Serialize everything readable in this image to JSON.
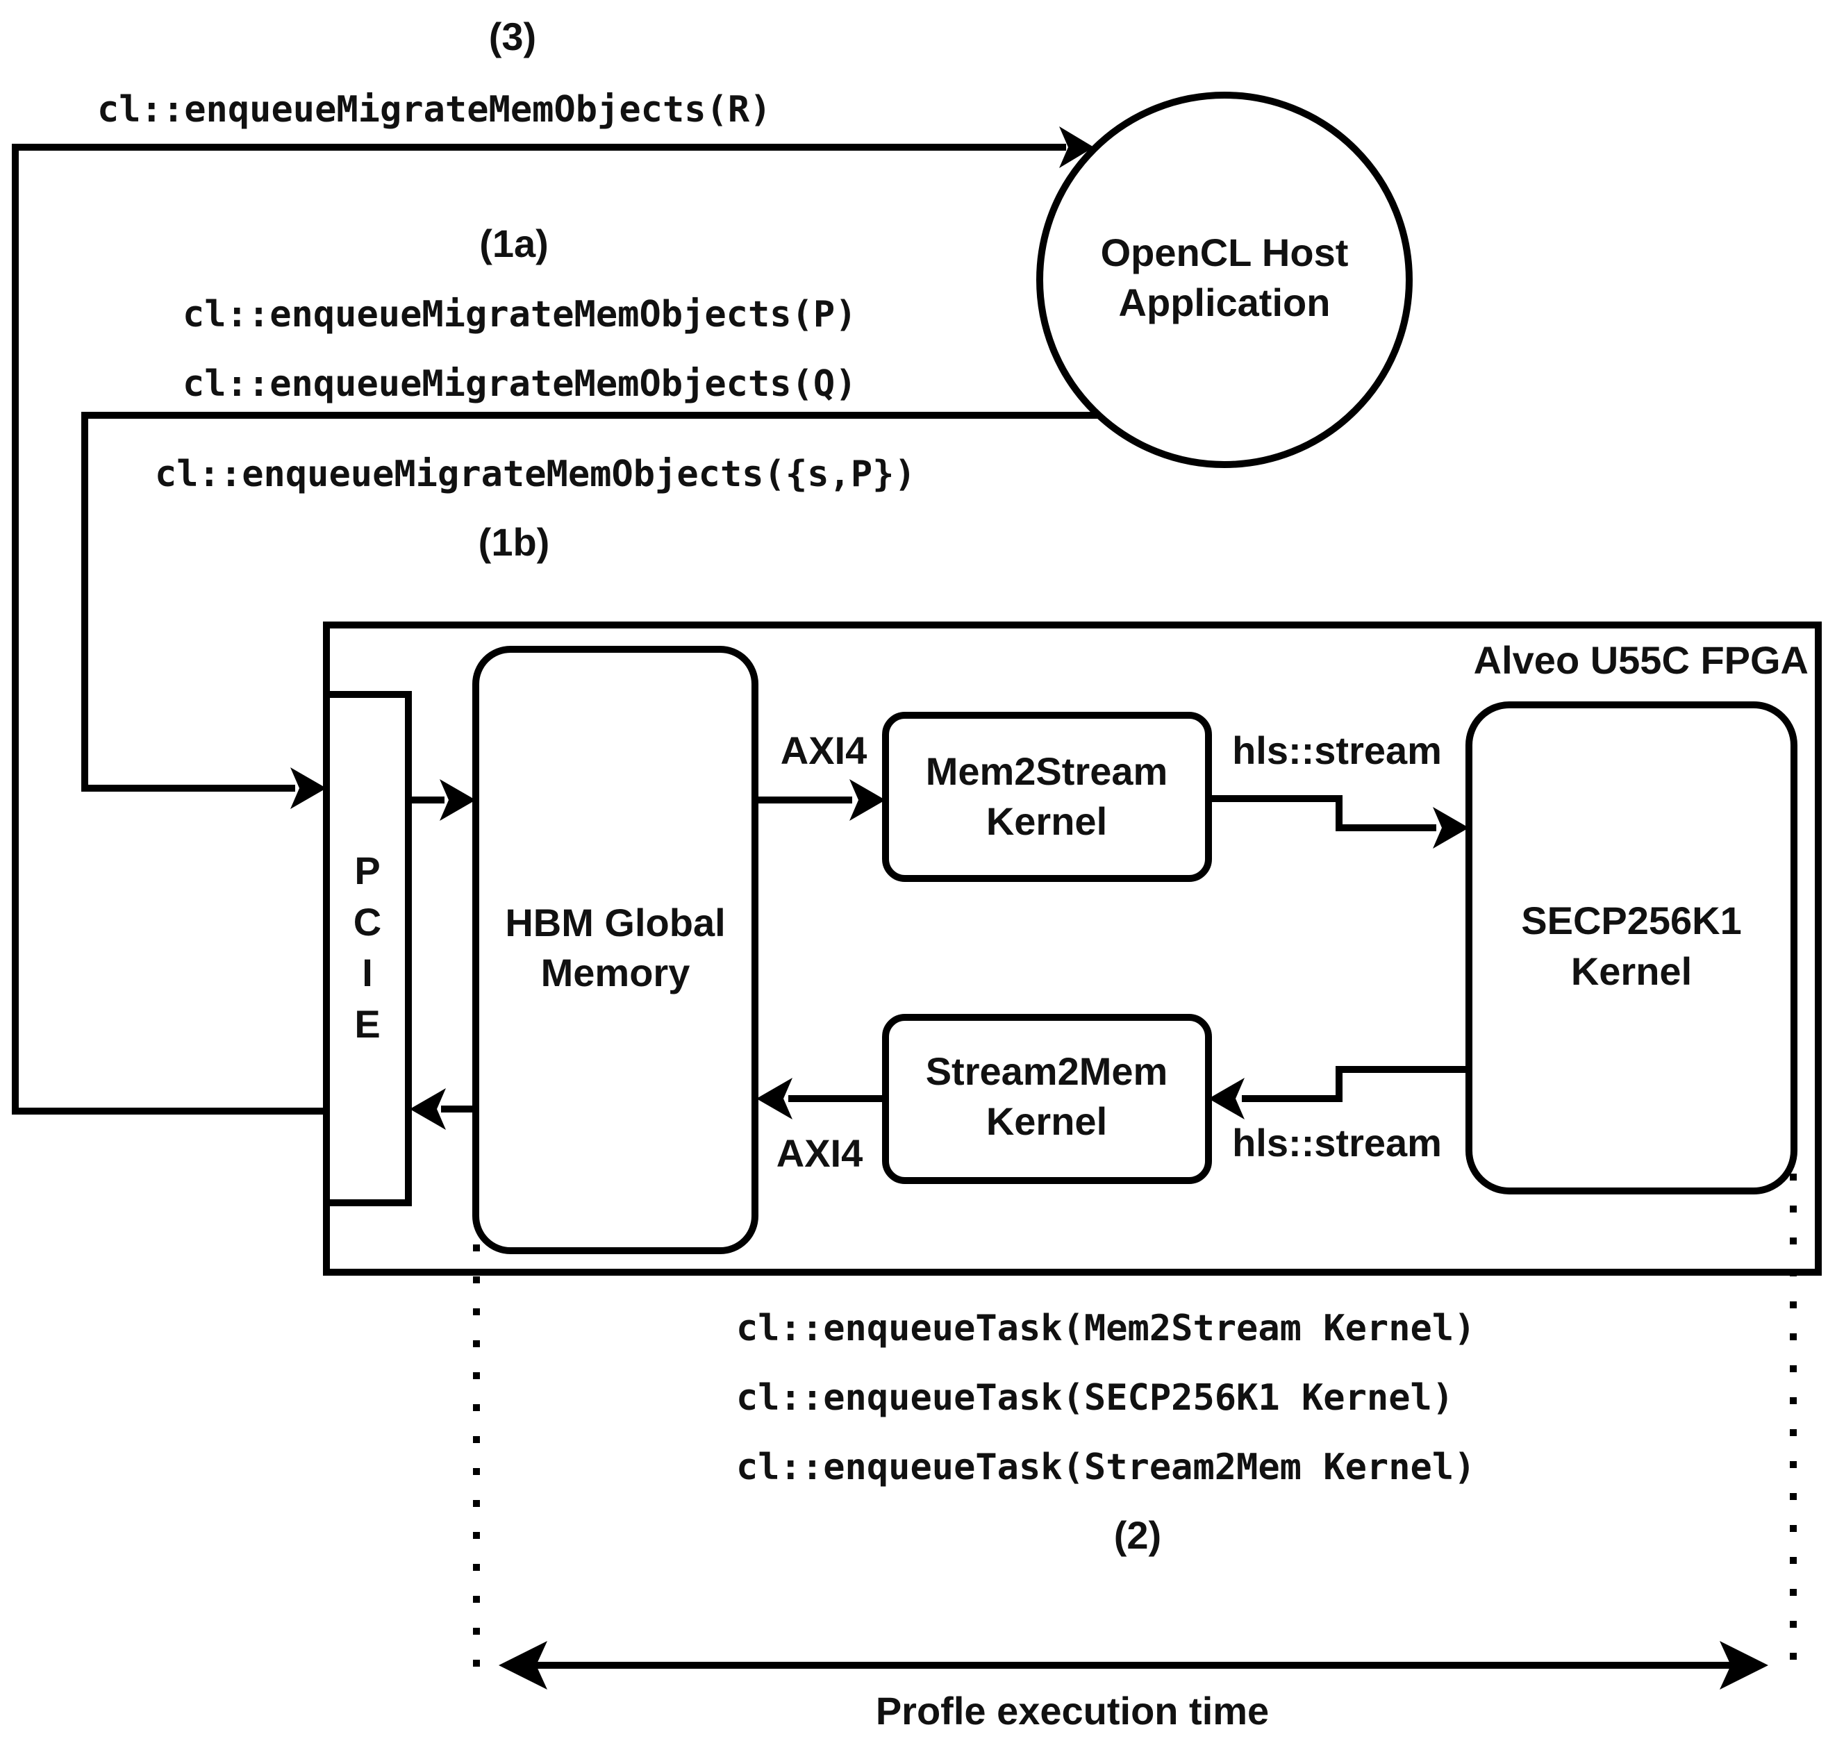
{
  "steps": {
    "step3": "(3)",
    "step1a": "(1a)",
    "step1b": "(1b)",
    "step2": "(2)"
  },
  "calls": {
    "migrate_r": "cl::enqueueMigrateMemObjects(R)",
    "migrate_p": "cl::enqueueMigrateMemObjects(P)",
    "migrate_q": "cl::enqueueMigrateMemObjects(Q)",
    "migrate_sp": "cl::enqueueMigrateMemObjects({s,P})",
    "task_mem2stream": "cl::enqueueTask(Mem2Stream Kernel)",
    "task_secp": "cl::enqueueTask(SECP256K1 Kernel)",
    "task_stream2mem": "cl::enqueueTask(Stream2Mem Kernel)"
  },
  "nodes": {
    "host": [
      "OpenCL Host",
      "Application"
    ],
    "fpga": "Alveo U55C FPGA",
    "pcie": [
      "P",
      "C",
      "I",
      "E"
    ],
    "hbm": [
      "HBM Global",
      "Memory"
    ],
    "mem2stream": [
      "Mem2Stream",
      "Kernel"
    ],
    "stream2mem": [
      "Stream2Mem",
      "Kernel"
    ],
    "secp": [
      "SECP256K1",
      "Kernel"
    ]
  },
  "edges": {
    "axi4_top": "AXI4",
    "axi4_bottom": "AXI4",
    "stream_top": "hls::stream",
    "stream_bottom": "hls::stream"
  },
  "profile_label": "Profle execution time"
}
